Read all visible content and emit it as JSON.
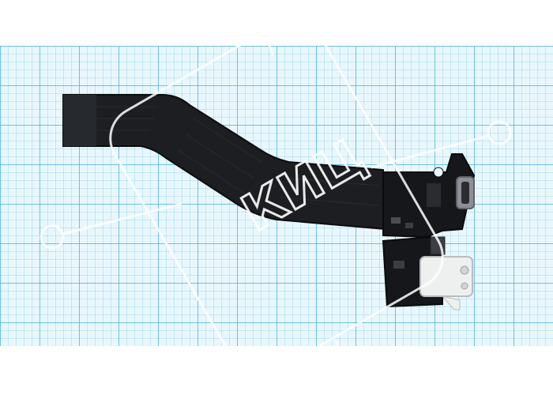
{
  "photo": {
    "subject": "flex-cable-with-usb-c-and-audio-jack",
    "background": "graph-paper",
    "watermark": {
      "text": "КИЦ"
    }
  },
  "colors": {
    "paper": "#e9f7fd",
    "grid_major": "#50b4dc",
    "cable": "#1c1e22",
    "board": "#15171a",
    "jack": "#eef0f0",
    "watermark": "#ffffff"
  }
}
